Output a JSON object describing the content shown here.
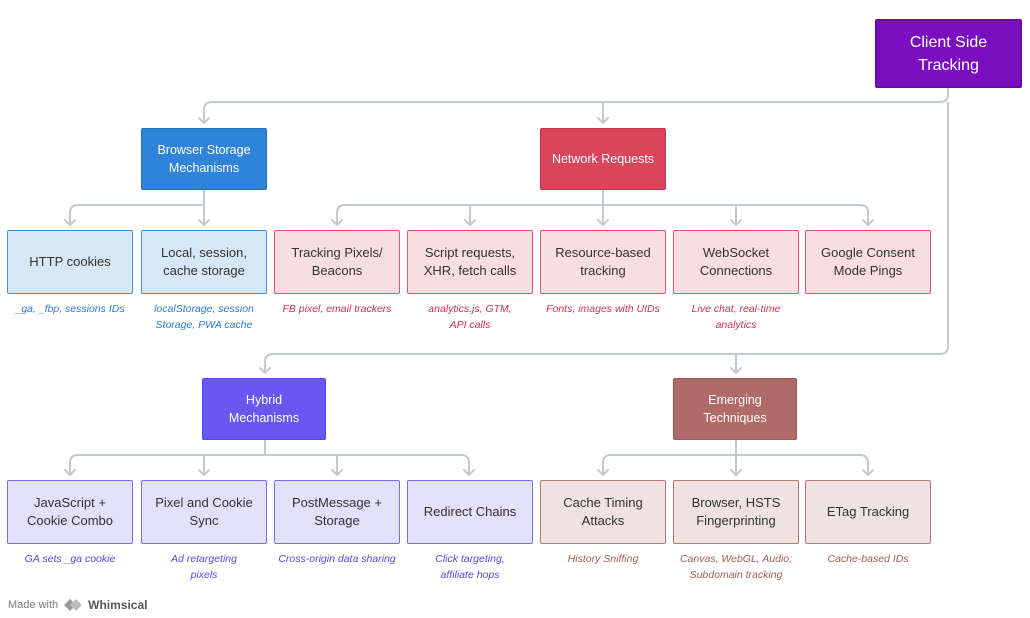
{
  "root": {
    "label_line1": "Client Side",
    "label_line2": "Tracking"
  },
  "categories": {
    "browser_storage": {
      "line1": "Browser Storage",
      "line2": "Mechanisms"
    },
    "network": {
      "line1": "Network Requests"
    },
    "hybrid": {
      "line1": "Hybrid",
      "line2": "Mechanisms"
    },
    "emerging": {
      "line1": "Emerging",
      "line2": "Techniques"
    }
  },
  "leaves": {
    "http_cookies": {
      "line1": "HTTP cookies",
      "note1": "_ga, _fbp, sessions IDs"
    },
    "local_session": {
      "line1": "Local, session,",
      "line2": "cache storage",
      "note1": "localStorage, session",
      "note2": "Storage, PWA cache"
    },
    "tracking_pixels": {
      "line1": "Tracking Pixels/",
      "line2": "Beacons",
      "note1": "FB pixel, email trackers"
    },
    "script_requests": {
      "line1": "Script requests,",
      "line2": "XHR, fetch calls",
      "note1": "analytics.js, GTM,",
      "note2": "API calls"
    },
    "resource_based": {
      "line1": "Resource-based",
      "line2": "tracking",
      "note1": "Fonts, images with UIDs"
    },
    "websocket": {
      "line1": "WebSocket",
      "line2": "Connections",
      "note1": "Live chat, real-time",
      "note2": "analytics"
    },
    "google_consent": {
      "line1": "Google Consent",
      "line2": "Mode Pings"
    },
    "js_cookie": {
      "line1": "JavaScript +",
      "line2": "Cookie Combo",
      "note1": "GA sets _ga cookie"
    },
    "pixel_cookie": {
      "line1": "Pixel and Cookie",
      "line2": "Sync",
      "note1": "Ad retargeting",
      "note2": "pixels"
    },
    "postmessage": {
      "line1": "PostMessage +",
      "line2": "Storage",
      "note1": "Cross-origin data sharing"
    },
    "redirect": {
      "line1": "Redirect Chains",
      "note1": "Click targeting,",
      "note2": "affiliate hops"
    },
    "cache_timing": {
      "line1": "Cache Timing",
      "line2": "Attacks",
      "note1": "History Sniffing"
    },
    "browser_hsts": {
      "line1": "Browser, HSTS",
      "line2": "Fingerprinting",
      "note1": "Canvas, WebGL, Audio;",
      "note2": "Subdomain tracking"
    },
    "etag": {
      "line1": "ETag Tracking",
      "note1": "Cache-based IDs"
    }
  },
  "footer": {
    "made_with": "Made with",
    "brand": "Whimsical"
  },
  "colors": {
    "root": "#7a0fbf",
    "browser_storage": "#2f83d8",
    "network": "#d9455a",
    "hybrid": "#6857f0",
    "emerging": "#b06a67",
    "connector": "#c3c9d0"
  }
}
